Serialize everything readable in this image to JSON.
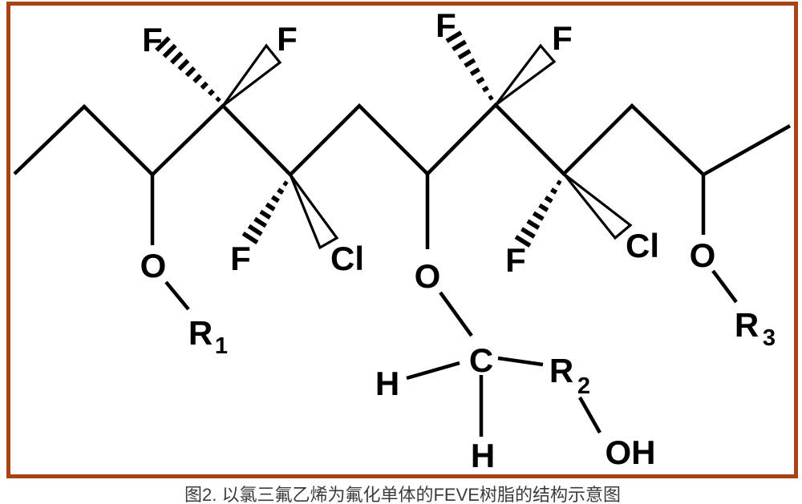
{
  "figure": {
    "caption": "图2. 以氯三氟乙烯为氟化单体的FEVE树脂的结构示意图",
    "frame_color": "#a84315",
    "background_color": "#ffffff",
    "bond_color": "#000000",
    "caption_color": "#3c3c3c"
  },
  "molecule": {
    "description": "FEVE fluoropolymer repeating-unit structural diagram with chlorotrifluoroethylene units",
    "atoms": [
      {
        "id": "F-hashed-top-1",
        "label": "F"
      },
      {
        "id": "F-wedge-top-1",
        "label": "F"
      },
      {
        "id": "F-hashed-top-2",
        "label": "F"
      },
      {
        "id": "F-wedge-top-2",
        "label": "F"
      },
      {
        "id": "F-hashed-bottom-1",
        "label": "F"
      },
      {
        "id": "Cl-wedge-1",
        "label": "Cl"
      },
      {
        "id": "F-hashed-bottom-2",
        "label": "F"
      },
      {
        "id": "Cl-wedge-2",
        "label": "Cl"
      },
      {
        "id": "O-ether-left",
        "label": "O"
      },
      {
        "id": "O-ether-center",
        "label": "O"
      },
      {
        "id": "O-ether-right",
        "label": "O"
      },
      {
        "id": "C-central",
        "label": "C"
      },
      {
        "id": "H-left",
        "label": "H"
      },
      {
        "id": "H-bottom",
        "label": "H"
      },
      {
        "id": "hydroxyl",
        "label": "OH"
      },
      {
        "id": "R1-group",
        "label": "R",
        "subscript": "1"
      },
      {
        "id": "R2-group",
        "label": "R",
        "subscript": "2"
      },
      {
        "id": "R3-group",
        "label": "R",
        "subscript": "3"
      }
    ]
  }
}
